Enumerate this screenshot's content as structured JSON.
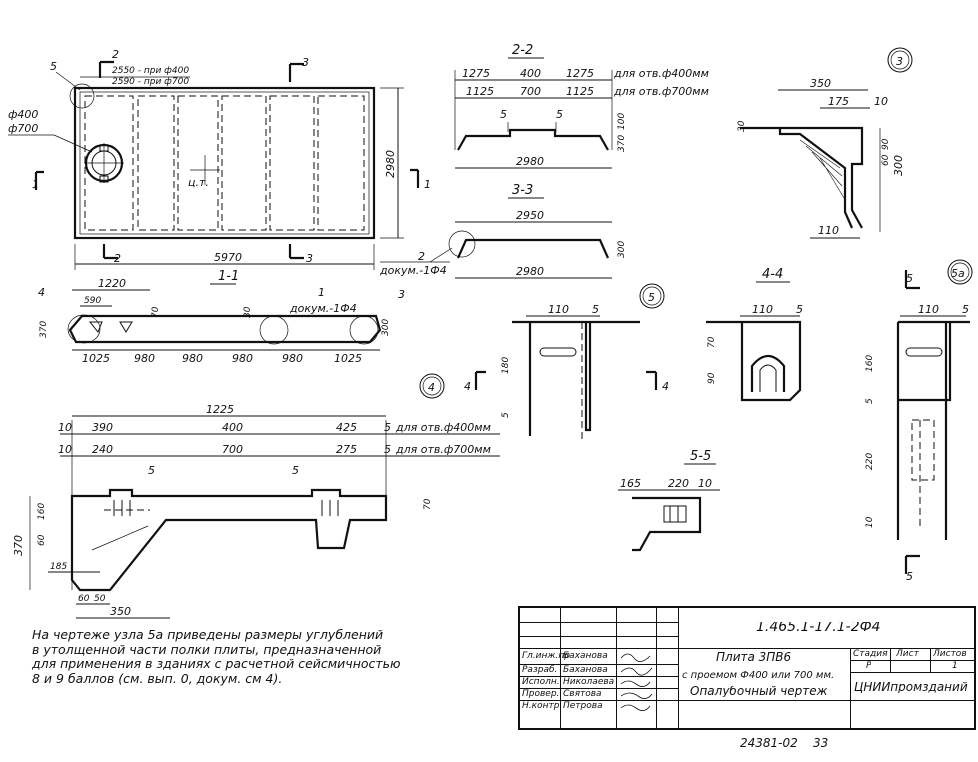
{
  "plan": {
    "section2_mark": "2",
    "section3_mark": "3",
    "node5_mark": "5",
    "note_400": "2550 - при ф400",
    "note_700": "2590 - при ф700",
    "holes_400": "ф400",
    "holes_700": "ф700",
    "cg_label": "ц.т.",
    "length": "5970",
    "width": "2980",
    "section1_left": "1",
    "section1_right": "1",
    "bottom_mark_2": "2",
    "bottom_mark_3": "3"
  },
  "section_2_2": {
    "title": "2-2",
    "row1": [
      "1275",
      "400",
      "1275"
    ],
    "row1_note": "для отв.ф400мм",
    "row2": [
      "1125",
      "700",
      "1125"
    ],
    "row2_note": "для отв.ф700мм",
    "mark5a": "5",
    "mark5b": "5",
    "h100": "100",
    "h370": "370",
    "width": "2980"
  },
  "section_3_3": {
    "title": "3-3",
    "top": "2950",
    "h300": "300",
    "bottom": "2980",
    "ref_mark": "2",
    "ref_doc": "докум.-1Ф4"
  },
  "node3": {
    "mark": "3",
    "d350": "350",
    "d175": "175",
    "d10": "10",
    "d30": "30",
    "d90": "90",
    "d60": "60",
    "d300": "300",
    "d110": "110"
  },
  "section_1_1": {
    "title": "1-1",
    "d1220": "1220",
    "d590": "590",
    "d70": "70",
    "d30": "30",
    "d370": "370",
    "d300": "300",
    "mark4": "4",
    "mark1": "1",
    "mark3": "3",
    "ref_doc": "докум.-1Ф4",
    "spans": [
      "1025",
      "980",
      "980",
      "980",
      "980",
      "1025"
    ]
  },
  "node4": {
    "mark": "4",
    "d1225": "1225",
    "row1": [
      "10",
      "390",
      "400",
      "425",
      "5"
    ],
    "row1_note": "для отв.ф400мм",
    "row2": [
      "10",
      "240",
      "700",
      "275",
      "5"
    ],
    "row2_note": "для отв.ф700мм",
    "mark5a": "5",
    "mark5b": "5",
    "d160": "160",
    "d60": "60",
    "d370": "370",
    "d185": "185",
    "d60b": "60",
    "d50": "50",
    "d350": "350",
    "d70": "70"
  },
  "node5": {
    "mark": "5",
    "d110": "110",
    "d5": "5",
    "d180": "180",
    "d5b": "5",
    "sec_left": "4",
    "sec_right": "4"
  },
  "section_4_4": {
    "title": "4-4",
    "d110": "110",
    "d5": "5",
    "d70": "70",
    "d90": "90"
  },
  "section_5_5": {
    "title": "5-5",
    "d165": "165",
    "d220": "220",
    "d10": "10"
  },
  "node5a": {
    "mark": "5а",
    "sec_top": "5",
    "sec_bottom": "5",
    "d110": "110",
    "d5": "5",
    "d160": "160",
    "d5b": "5",
    "d220": "220",
    "d10": "10"
  },
  "note": {
    "lines": [
      "На чертеже узла 5а приведены размеры углублений",
      "в утолщенной части полки плиты, предназначенной",
      "для применения в зданиях с расчетной сейсмичностью",
      "8 и 9 баллов (см. вып. 0, докум. см 4)."
    ]
  },
  "stamp": {
    "code": "1.465.1-17.1-2Ф4",
    "roles": [
      "Гл.инж.пр",
      "Разраб.",
      "Исполн.",
      "Провер.",
      "Н.контр."
    ],
    "names": [
      "Баханова",
      "Баханова",
      "Николаева",
      "Святова",
      "Петрова"
    ],
    "product": "Плита 3ПВ6",
    "product_sub": "с проемом Ф400 или 700 мм.",
    "doc": "Опалубочный чертеж",
    "h_stage": "Стадия",
    "h_sheet": "Лист",
    "h_sheets": "Листов",
    "stage": "Р",
    "sheets": "1",
    "org": "ЦНИИпромзданий",
    "under_a": "24381-02",
    "under_b": "33"
  }
}
